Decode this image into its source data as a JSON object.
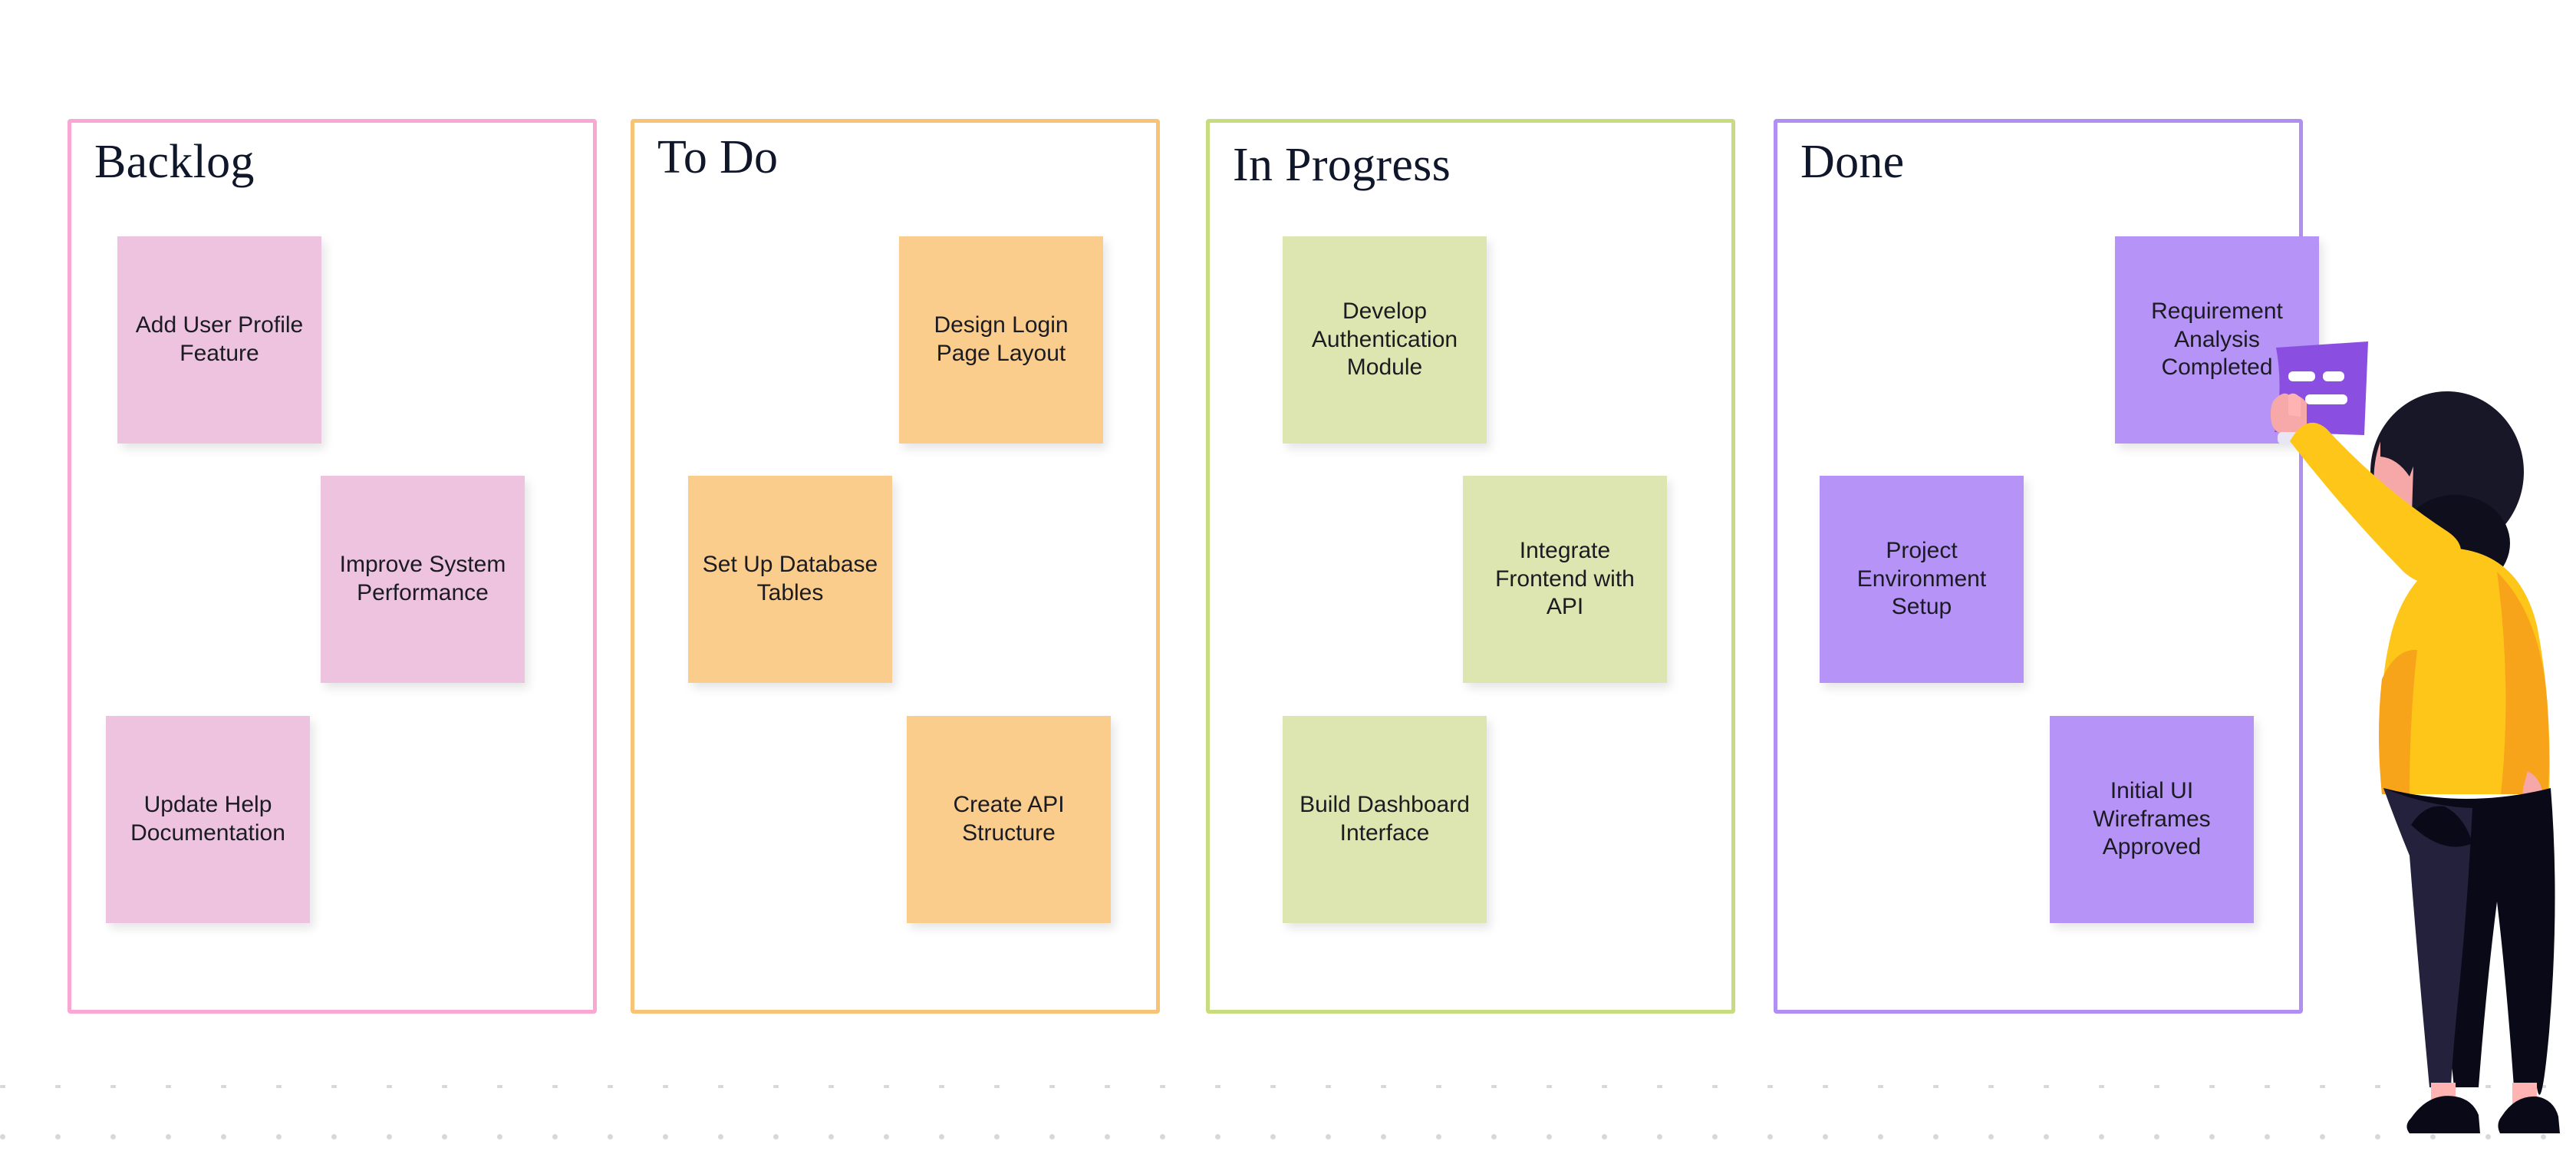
{
  "board": {
    "title_font": "serif",
    "columns": [
      {
        "name": "backlog",
        "title": "Backlog",
        "border_color": "#f9a8d4",
        "note_color": "#edc3e0",
        "notes": [
          {
            "text": "Add User Profile Feature",
            "position": "pos-a"
          },
          {
            "text": "Improve System Performance",
            "position": "pos-b"
          },
          {
            "text": "Update Help Documentation",
            "position": "pos-c"
          }
        ]
      },
      {
        "name": "todo",
        "title": "To Do",
        "border_color": "#f6c377",
        "note_color": "#fbcd8c",
        "notes": [
          {
            "text": "Design Login Page Layout",
            "position": "pos-d"
          },
          {
            "text": "Set Up Database Tables",
            "position": "pos-e"
          },
          {
            "text": "Create API Structure",
            "position": "pos-f"
          }
        ]
      },
      {
        "name": "in-progress",
        "title": "In Progress",
        "border_color": "#c6dc7e",
        "note_color": "#dde6b0",
        "notes": [
          {
            "text": "Develop Authentication Module",
            "position": "pos-g"
          },
          {
            "text": "Integrate Frontend with API",
            "position": "pos-h"
          },
          {
            "text": "Build Dashboard Interface",
            "position": "pos-i"
          }
        ]
      },
      {
        "name": "done",
        "title": "Done",
        "border_color": "#b08ef3",
        "note_color": "#b693f7",
        "notes": [
          {
            "text": "Requirement Analysis Completed",
            "position": "pos-j"
          },
          {
            "text": "Project Environment Setup",
            "position": "pos-k"
          },
          {
            "text": "Initial UI Wireframes Approved",
            "position": "pos-l"
          }
        ]
      }
    ]
  },
  "illustration": {
    "name": "woman-placing-sticky-note",
    "colors": {
      "sweater": "#ffc61a",
      "sweater_shadow": "#f7a41b",
      "hair": "#181728",
      "hair_shadow": "#0d0c18",
      "skin": "#f6a8a8",
      "skin_light": "#ffb3b3",
      "pants": "#1b1a30",
      "pants_shadow": "#0a0918",
      "shoes": "#0a0918",
      "held_note": "#8a4fe0",
      "cuff": "#e8e6f2",
      "note_lines": "#ffffff"
    }
  },
  "grid": {
    "dot_color": "#d8d8d8",
    "dots_per_row": 47
  }
}
